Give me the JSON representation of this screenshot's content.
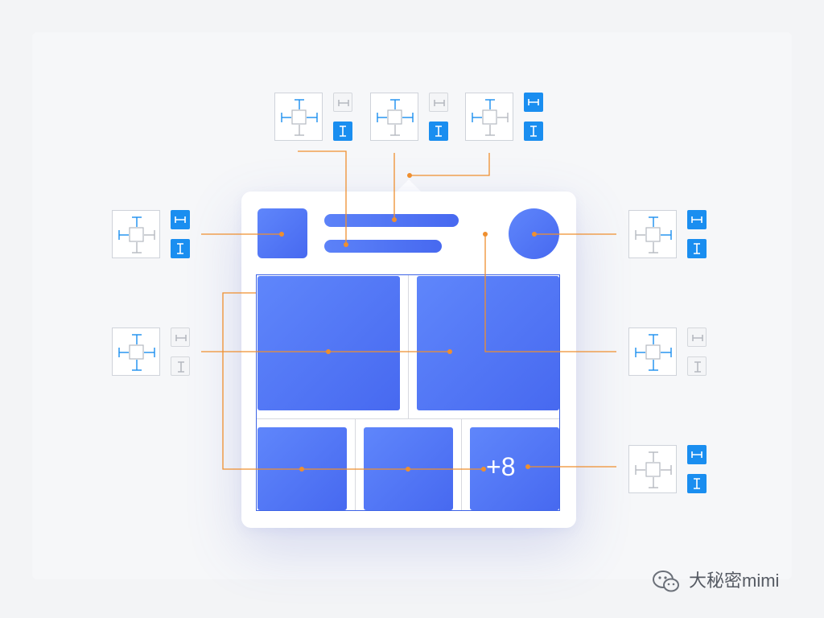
{
  "colors": {
    "accent_blue": "#4769f0",
    "connector_orange": "#ef8f2f",
    "toggle_on": "#1a8ef0",
    "constraint_active": "#1a8ef0",
    "constraint_inactive": "#b5b9c0"
  },
  "card": {
    "more_count_label": "+8"
  },
  "constraint_panels": [
    {
      "id": "top-1",
      "pins": {
        "top": true,
        "left": true,
        "right": true,
        "bottom": false
      },
      "fill_width": false,
      "fill_height": true
    },
    {
      "id": "top-2",
      "pins": {
        "top": true,
        "left": true,
        "right": true,
        "bottom": false
      },
      "fill_width": false,
      "fill_height": true
    },
    {
      "id": "top-3",
      "pins": {
        "top": true,
        "left": true,
        "right": false,
        "bottom": false
      },
      "fill_width": true,
      "fill_height": true
    },
    {
      "id": "left-1",
      "pins": {
        "top": true,
        "left": true,
        "right": false,
        "bottom": false
      },
      "fill_width": true,
      "fill_height": true
    },
    {
      "id": "left-2",
      "pins": {
        "top": true,
        "left": true,
        "right": true,
        "bottom": true
      },
      "fill_width": false,
      "fill_height": false
    },
    {
      "id": "right-1",
      "pins": {
        "top": true,
        "left": false,
        "right": true,
        "bottom": false
      },
      "fill_width": true,
      "fill_height": true
    },
    {
      "id": "right-2",
      "pins": {
        "top": true,
        "left": true,
        "right": true,
        "bottom": true
      },
      "fill_width": false,
      "fill_height": false
    },
    {
      "id": "right-3",
      "pins": {
        "top": false,
        "left": false,
        "right": false,
        "bottom": false
      },
      "fill_width": true,
      "fill_height": true
    }
  ],
  "watermark": {
    "icon": "wechat-icon",
    "text": "大秘密mimi"
  }
}
